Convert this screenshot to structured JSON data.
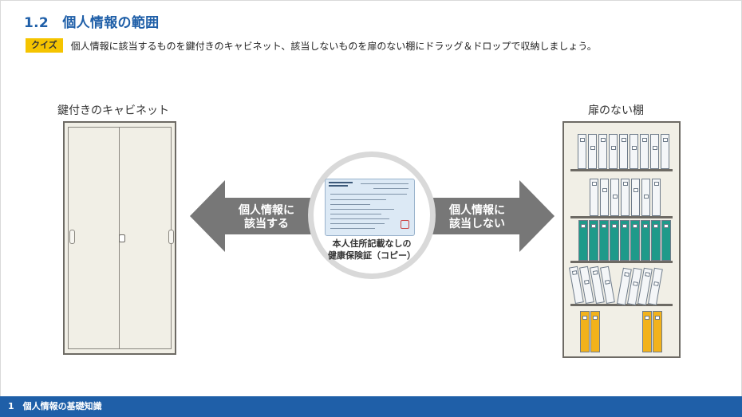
{
  "header": {
    "title": "1.2　個人情報の範囲"
  },
  "quiz": {
    "badge": "クイズ",
    "instruction": "個人情報に該当するものを鍵付きのキャビネット、該当しないものを扉のない棚にドラッグ＆ドロップで収納しましょう。"
  },
  "left_target": {
    "label": "鍵付きのキャビネット"
  },
  "right_target": {
    "label": "扉のない棚"
  },
  "left_arrow": {
    "text": "個人情報に\n該当する"
  },
  "right_arrow": {
    "text": "個人情報に\n該当しない"
  },
  "item": {
    "caption_line1": "本人住所記載なしの",
    "caption_line2": "健康保険証（コピー）"
  },
  "footer": {
    "text": "1　個人情報の基礎知識"
  },
  "colors": {
    "accent": "#1f5fa8",
    "quiz_badge": "#f5c400",
    "arrow": "#777777",
    "binder_white": "#f4f6f8",
    "binder_teal": "#1e9a8a",
    "binder_yellow": "#f2b21b"
  }
}
